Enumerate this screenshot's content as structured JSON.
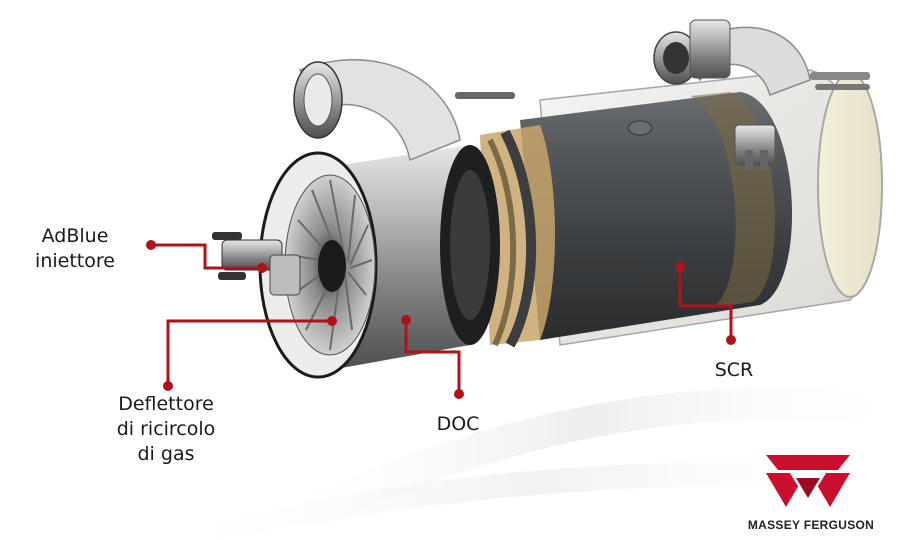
{
  "labels": {
    "adblue_line1": "AdBlue",
    "adblue_line2": "iniettore",
    "deflettore_line1": "Deflettore",
    "deflettore_line2": "di ricircolo",
    "deflettore_line3": "di gas",
    "doc": "DOC",
    "scr": "SCR"
  },
  "brand": {
    "name": "MASSEY FERGUSON"
  },
  "colors": {
    "callout": "#b0121b",
    "logo_red": "#c8102e",
    "text": "#1a1a1a"
  }
}
